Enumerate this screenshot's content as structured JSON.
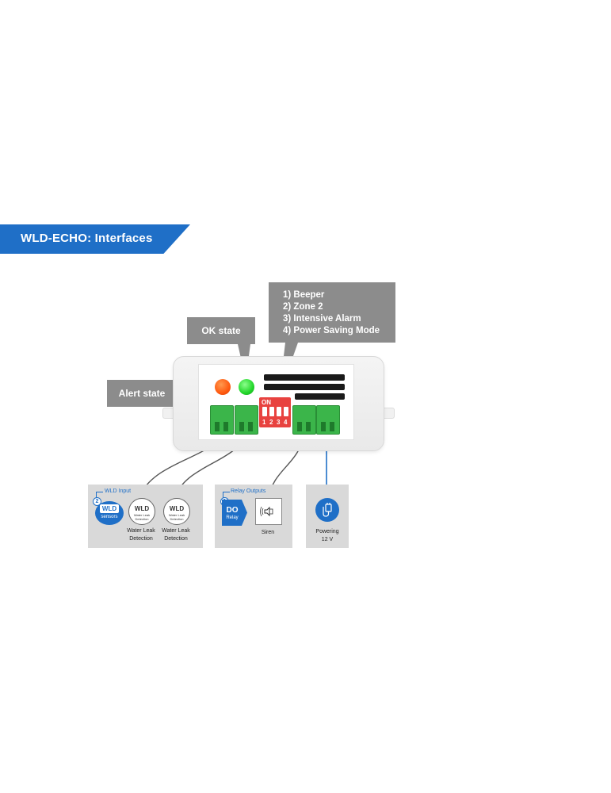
{
  "title": "WLD-ECHO: Interfaces",
  "callouts": {
    "ok_state": "OK state",
    "alert_state": "Alert state",
    "dip_options": [
      "1) Beeper",
      "2) Zone 2",
      "3) Intensive Alarm",
      "4) Power Saving Mode"
    ]
  },
  "device": {
    "dip_on_label": "ON",
    "dip_numbers": [
      "1",
      "2",
      "3",
      "4"
    ]
  },
  "wld_input": {
    "label": "WLD Input",
    "badge": "2",
    "wld_icon_title": "WLD",
    "wld_icon_sub": "sensors",
    "sensor_icon_title": "WLD",
    "sensor_icon_sub": "Water Leak Detection",
    "sensors": [
      {
        "line1": "Water Leak",
        "line2": "Detection"
      },
      {
        "line1": "Water Leak",
        "line2": "Detection"
      }
    ]
  },
  "relay_outputs": {
    "label": "Relay Outputs",
    "badge": "1",
    "do_title": "DO",
    "do_sub": "Relay",
    "siren_label": "Siren"
  },
  "power": {
    "line1": "Powering",
    "line2": "12 V"
  },
  "colors": {
    "brand_blue": "#1f6fc7",
    "callout_gray": "#8c8c8c",
    "panel_gray": "#d9d9d9",
    "led_alert": "#ff5a10",
    "led_ok": "#22d62a",
    "terminal_green": "#3bb54a",
    "dip_red": "#e8423f"
  }
}
